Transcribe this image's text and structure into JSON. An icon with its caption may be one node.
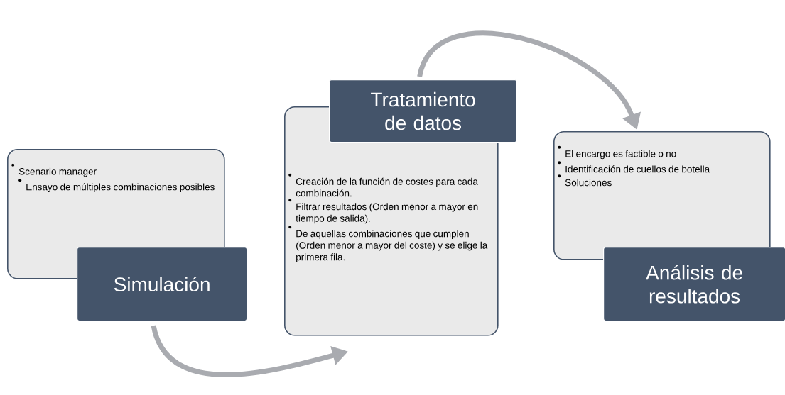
{
  "diagram": {
    "nodes": [
      {
        "text": [
          "Scenario manager",
          "Ensayo de múltiples combinaciones posibles"
        ]
      },
      {
        "text": [
          "Simulación"
        ]
      },
      {
        "text": [
          "Tratamiento de datos"
        ]
      },
      {
        "text": [
          "Creación de la función de costes para cada combinación.",
          "Filtrar resultados (Orden menor a mayor en tiempo de salida).",
          "De aquellas combinaciones que cumplen (Orden menor a mayor del coste) y se elige la primera fila."
        ]
      },
      {
        "text": [
          "El encargo es factible o no",
          "Identificación de cuellos de botella",
          "Soluciones"
        ]
      },
      {
        "text": [
          "Análisis de resultados"
        ]
      }
    ],
    "edges": [
      {
        "from": 1,
        "to": 3,
        "arrow": "to"
      },
      {
        "from": 2,
        "to": 4,
        "arrow": "to"
      }
    ]
  }
}
